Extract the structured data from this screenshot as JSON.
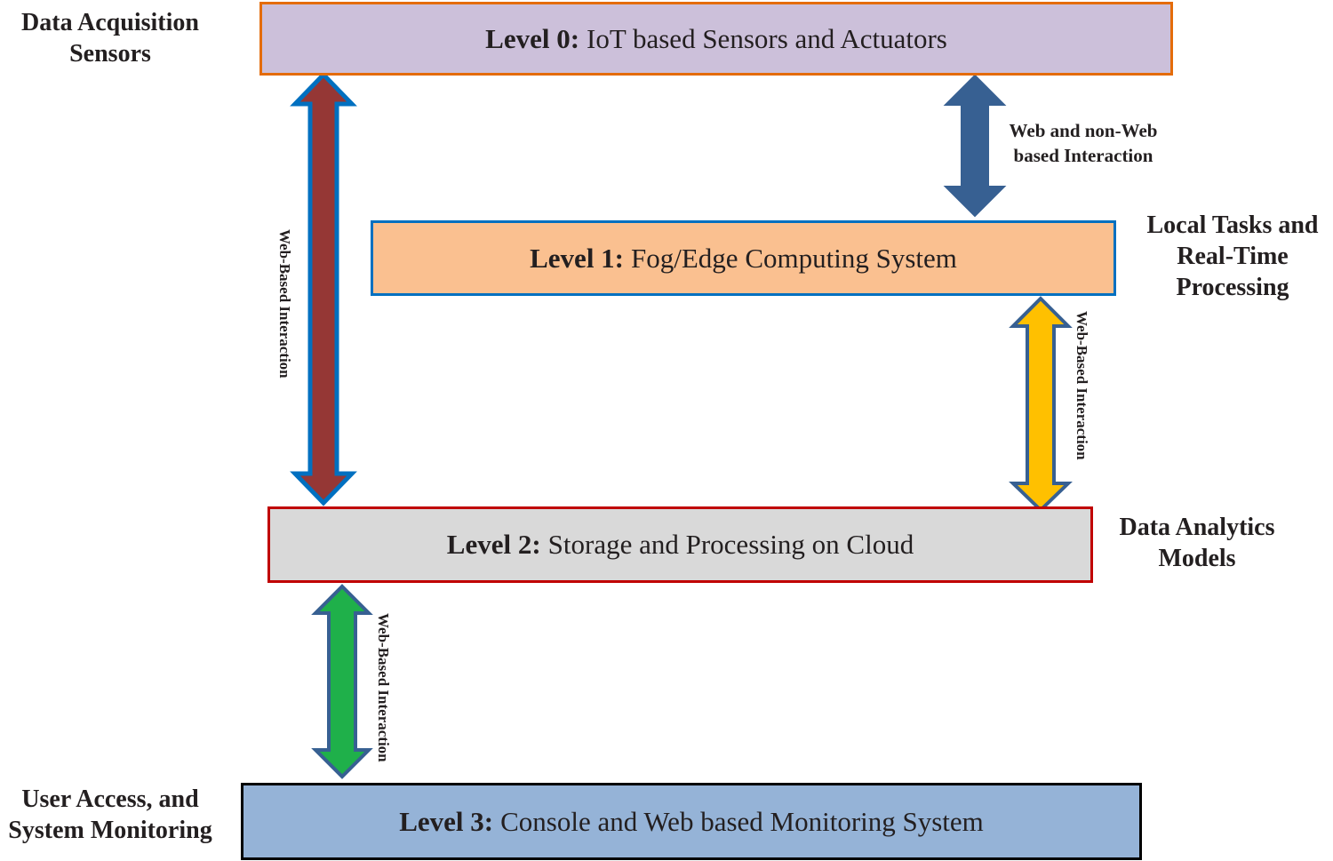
{
  "levels": [
    {
      "level": "Level 0:",
      "text": "IoT based Sensors and Actuators",
      "fill": "#ccc0da",
      "border": "#e46c0a"
    },
    {
      "level": "Level 1:",
      "text": "Fog/Edge Computing System",
      "fill": "#fac090",
      "border": "#0070c0"
    },
    {
      "level": "Level 2:",
      "text": "Storage and Processing on Cloud",
      "fill": "#d9d9d9",
      "border": "#c00000"
    },
    {
      "level": "Level 3:",
      "text": "Console and Web based Monitoring System",
      "fill": "#95b3d7",
      "border": "#000000"
    }
  ],
  "side_labels": {
    "level0": [
      "Data Acquisition",
      "Sensors"
    ],
    "level1": [
      "Local Tasks and",
      "Real-Time",
      "Processing"
    ],
    "level2": [
      "Data Analytics",
      "Models"
    ],
    "level3": [
      "User Access, and",
      "System Monitoring"
    ]
  },
  "arrows": {
    "l0_l1": {
      "label": [
        "Web and non-Web",
        "based Interaction"
      ],
      "fill": "#376092",
      "stroke": "#376092"
    },
    "l0_l2": {
      "label": "Web-Based Interaction",
      "fill": "#953735",
      "stroke": "#0070c0"
    },
    "l1_l2": {
      "label": "Web-Based Interaction",
      "fill": "#ffc000",
      "stroke": "#376092"
    },
    "l2_l3": {
      "label": "Web-Based Interaction",
      "fill": "#1fb04a",
      "stroke": "#376092"
    }
  }
}
